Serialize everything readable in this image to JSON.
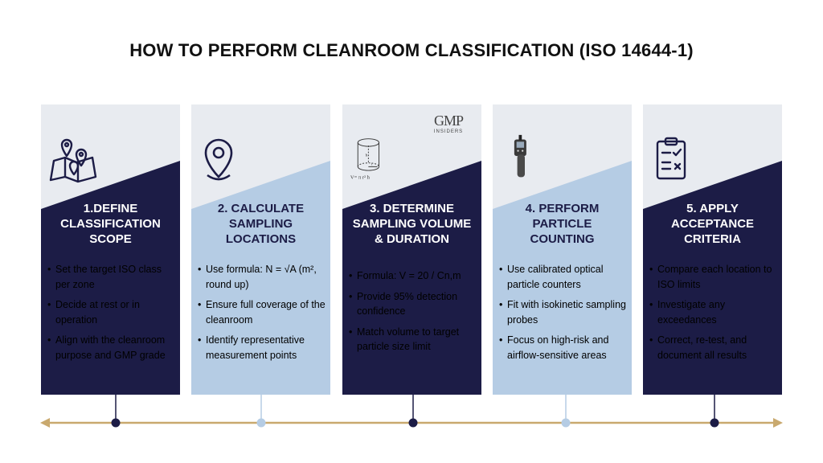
{
  "title": "HOW TO PERFORM CLEANROOM CLASSIFICATION (ISO 14644-1)",
  "logo": {
    "mark": "GMP",
    "sub": "INSIDERS"
  },
  "steps": [
    {
      "heading": "1.DEFINE\nCLASSIFICATION\nSCOPE",
      "icon": "map-pins-icon",
      "bullets": [
        "Set the target ISO class per zone",
        "Decide at rest or in operation",
        "Align with the cleanroom purpose and GMP grade"
      ]
    },
    {
      "heading": "2. CALCULATE\nSAMPLING\nLOCATIONS",
      "icon": "location-pin-icon",
      "bullets": [
        "Use formula: N = √A (m², round up)",
        "Ensure full coverage of the cleanroom",
        "Identify representative measurement points"
      ]
    },
    {
      "heading": "3. DETERMINE\nSAMPLING VOLUME\n& DURATION",
      "icon": "cylinder-volume-icon",
      "icon_text": "V= π r² h",
      "bullets": [
        "Formula: V = 20 / Cn,m",
        "Provide 95% detection confidence",
        "Match volume to target particle size limit"
      ]
    },
    {
      "heading": "4. PERFORM\nPARTICLE\nCOUNTING",
      "icon": "particle-counter-icon",
      "bullets": [
        "Use calibrated optical particle counters",
        "Fit with isokinetic sampling probes",
        "Focus on high-risk and airflow-sensitive areas"
      ]
    },
    {
      "heading": "5. APPLY\nACCEPTANCE\nCRITERIA",
      "icon": "checklist-icon",
      "bullets": [
        "Compare each location to ISO limits",
        "Investigate any exceedances",
        "Correct, re-test, and document all results"
      ]
    }
  ],
  "colors": {
    "dark": "#1c1c46",
    "light": "#b5cce4",
    "timeline": "#c9a96e",
    "header_bg": "#e8ebf0"
  }
}
